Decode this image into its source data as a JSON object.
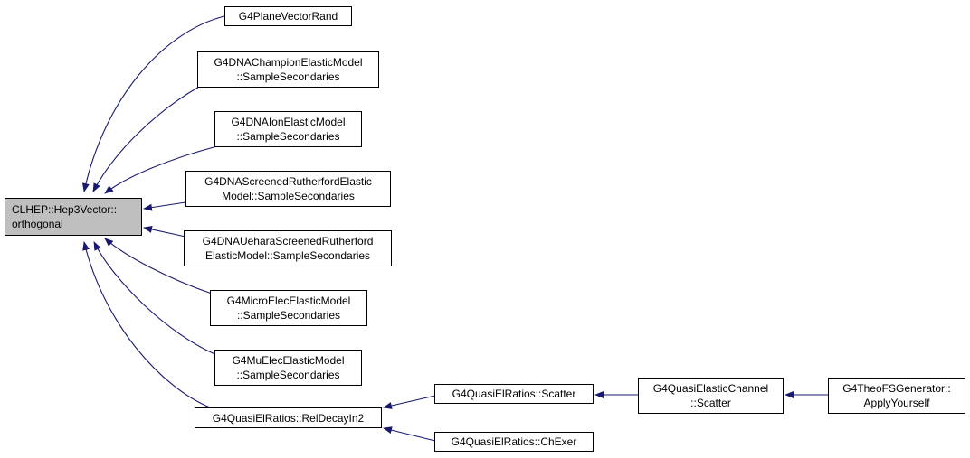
{
  "graph": {
    "edge_color": "#191970",
    "root_fill": "#bfbfbf",
    "nodes": [
      {
        "id": "root",
        "lines": [
          "CLHEP::Hep3Vector::",
          "orthogonal"
        ]
      },
      {
        "id": "planevec",
        "lines": [
          "G4PlaneVectorRand"
        ]
      },
      {
        "id": "champion",
        "lines": [
          "G4DNAChampionElasticModel",
          "::SampleSecondaries"
        ]
      },
      {
        "id": "ion",
        "lines": [
          "G4DNAIonElasticModel",
          "::SampleSecondaries"
        ]
      },
      {
        "id": "screened",
        "lines": [
          "G4DNAScreenedRutherfordElastic",
          "Model::SampleSecondaries"
        ]
      },
      {
        "id": "uehara",
        "lines": [
          "G4DNAUeharaScreenedRutherford",
          "ElasticModel::SampleSecondaries"
        ]
      },
      {
        "id": "microelec",
        "lines": [
          "G4MicroElecElasticModel",
          "::SampleSecondaries"
        ]
      },
      {
        "id": "muelec",
        "lines": [
          "G4MuElecElasticModel",
          "::SampleSecondaries"
        ]
      },
      {
        "id": "reldecay",
        "lines": [
          "G4QuasiElRatios::RelDecayIn2"
        ]
      },
      {
        "id": "scatter",
        "lines": [
          "G4QuasiElRatios::Scatter"
        ]
      },
      {
        "id": "chexer",
        "lines": [
          "G4QuasiElRatios::ChExer"
        ]
      },
      {
        "id": "channel",
        "lines": [
          "G4QuasiElasticChannel",
          "::Scatter"
        ]
      },
      {
        "id": "theofs",
        "lines": [
          "G4TheoFSGenerator::",
          "ApplyYourself"
        ]
      }
    ],
    "edges": [
      {
        "from": "planevec",
        "to": "root"
      },
      {
        "from": "champion",
        "to": "root"
      },
      {
        "from": "ion",
        "to": "root"
      },
      {
        "from": "screened",
        "to": "root"
      },
      {
        "from": "uehara",
        "to": "root"
      },
      {
        "from": "microelec",
        "to": "root"
      },
      {
        "from": "muelec",
        "to": "root"
      },
      {
        "from": "reldecay",
        "to": "root"
      },
      {
        "from": "scatter",
        "to": "reldecay"
      },
      {
        "from": "chexer",
        "to": "reldecay"
      },
      {
        "from": "channel",
        "to": "scatter"
      },
      {
        "from": "theofs",
        "to": "channel"
      }
    ]
  }
}
